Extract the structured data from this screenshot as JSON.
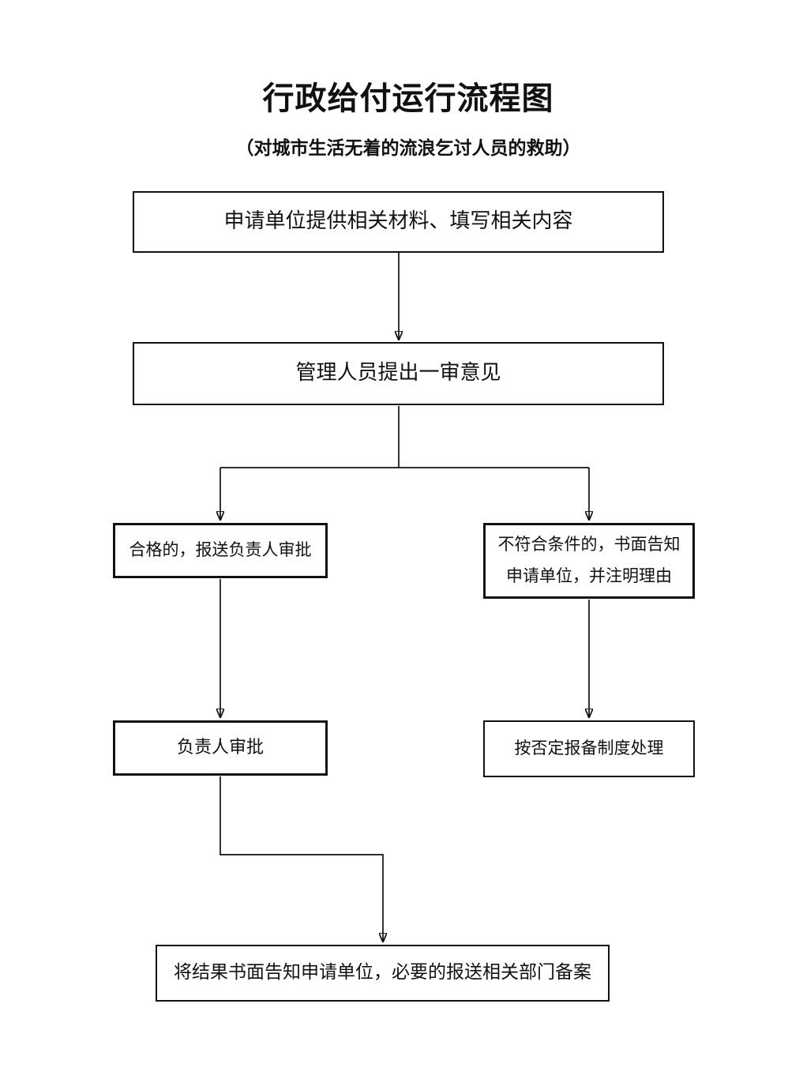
{
  "title": "行政给付运行流程图",
  "subtitle": "（对城市生活无着的流浪乞讨人员的救助）",
  "nodes": {
    "apply": {
      "label": "申请单位提供相关材料、填写相关内容"
    },
    "first_review": {
      "label": "管理人员提出一审意见"
    },
    "qualified": {
      "label": "合格的，报送负责人审批"
    },
    "not_qualified": {
      "label": "不符合条件的，书面告知\n申请单位，并注明理由"
    },
    "leader_approval": {
      "label": "负责人审批"
    },
    "rejected_handling": {
      "label": "按否定报备制度处理"
    },
    "final_notice": {
      "label": "将结果书面告知申请单位，必要的报送相关部门备案"
    }
  },
  "colors": {
    "line": "#111111",
    "text": "#111111",
    "background": "#ffffff"
  }
}
